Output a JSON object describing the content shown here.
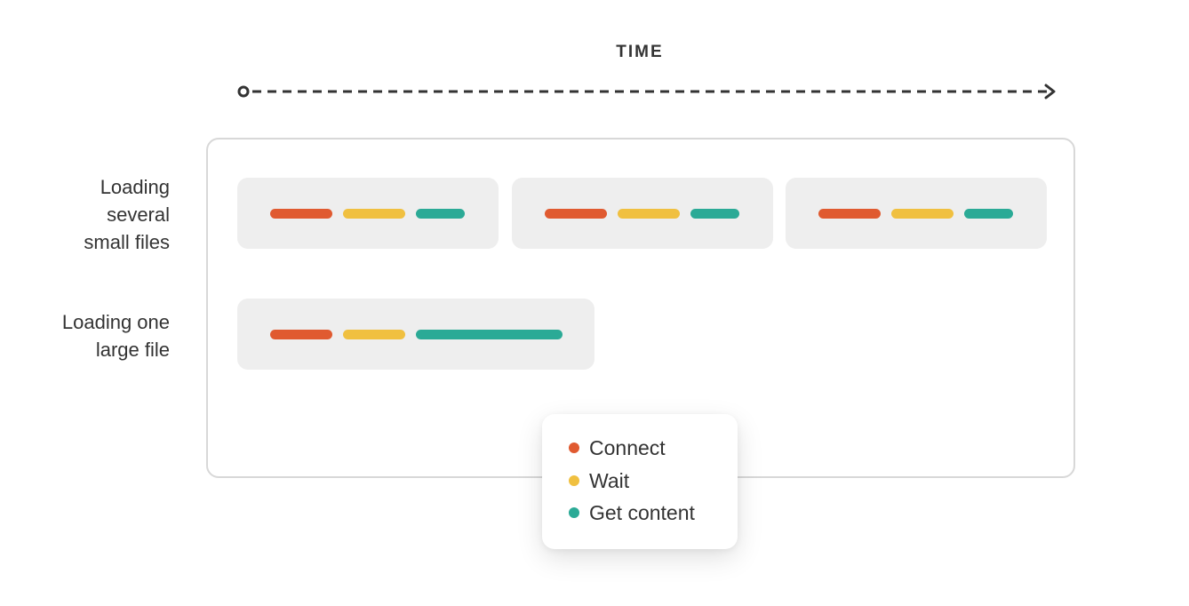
{
  "axis": {
    "label": "TIME"
  },
  "rows": {
    "small_files_label": [
      "Loading",
      "several",
      "small files"
    ],
    "large_file_label": [
      "Loading one",
      "large file"
    ]
  },
  "legend": {
    "items": [
      {
        "label": "Connect",
        "color": "#e05a30"
      },
      {
        "label": "Wait",
        "color": "#f0c040"
      },
      {
        "label": "Get content",
        "color": "#2baa96"
      }
    ]
  },
  "phases": {
    "small_file": [
      "connect",
      "wait",
      "get-content"
    ],
    "large_file": [
      "connect",
      "wait",
      "get-content"
    ]
  },
  "colors": {
    "connect": "#e05a30",
    "wait": "#f0c040",
    "get_content": "#2baa96",
    "box": "#eeeeee",
    "frame_border": "#d8d8d8",
    "text": "#333333"
  }
}
